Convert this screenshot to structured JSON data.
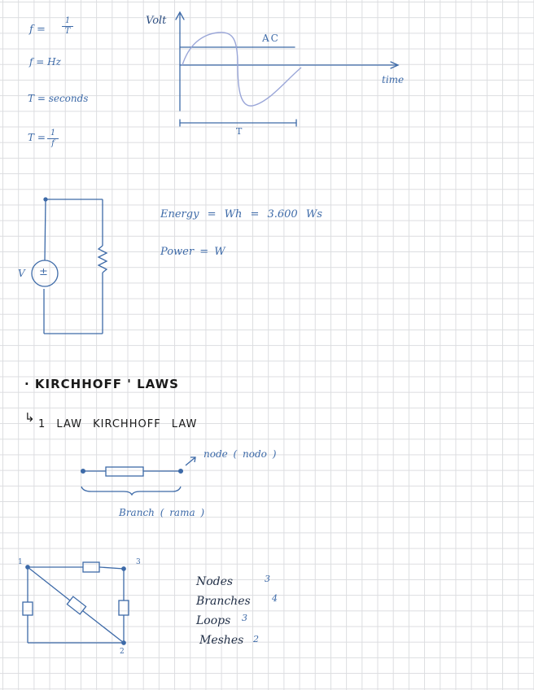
{
  "formulas": {
    "f_lhs": "f =",
    "f_num": "1",
    "f_den": "T",
    "f_unit": "f = Hz",
    "t_unit": "T = seconds",
    "t_lhs": "T =",
    "t_num": "1",
    "t_den": "f"
  },
  "waveform": {
    "y_label": "Volt",
    "x_label": "time",
    "ac_label": "AC",
    "period_label": "T"
  },
  "energy": {
    "energy_line": "Energy = Wh = 3.600 Ws",
    "power_line": "Power = W"
  },
  "circuit": {
    "source_label": "V",
    "source_symbol": "±"
  },
  "kirchhoff": {
    "heading": "· KIRCHHOFF ' LAWS",
    "law1": "1 LAW KIRCHHOFF LAW",
    "law1_arrow": "↳",
    "node_label": "node ( nodo )",
    "branch_label": "Branch ( rama )"
  },
  "network": {
    "node1": "1",
    "node2": "2",
    "node3": "3",
    "stats": [
      {
        "label": "Nodes",
        "value": "3"
      },
      {
        "label": "Branches",
        "value": "4"
      },
      {
        "label": "Loops",
        "value": "3"
      },
      {
        "label": "Meshes",
        "value": "2"
      }
    ]
  },
  "colors": {
    "ink_blue": "#3d6aa8",
    "ink_light": "#9aa6d8",
    "ink_dark": "#1f2d45",
    "grid": "#dcdde0",
    "paper": "#ffffff"
  }
}
